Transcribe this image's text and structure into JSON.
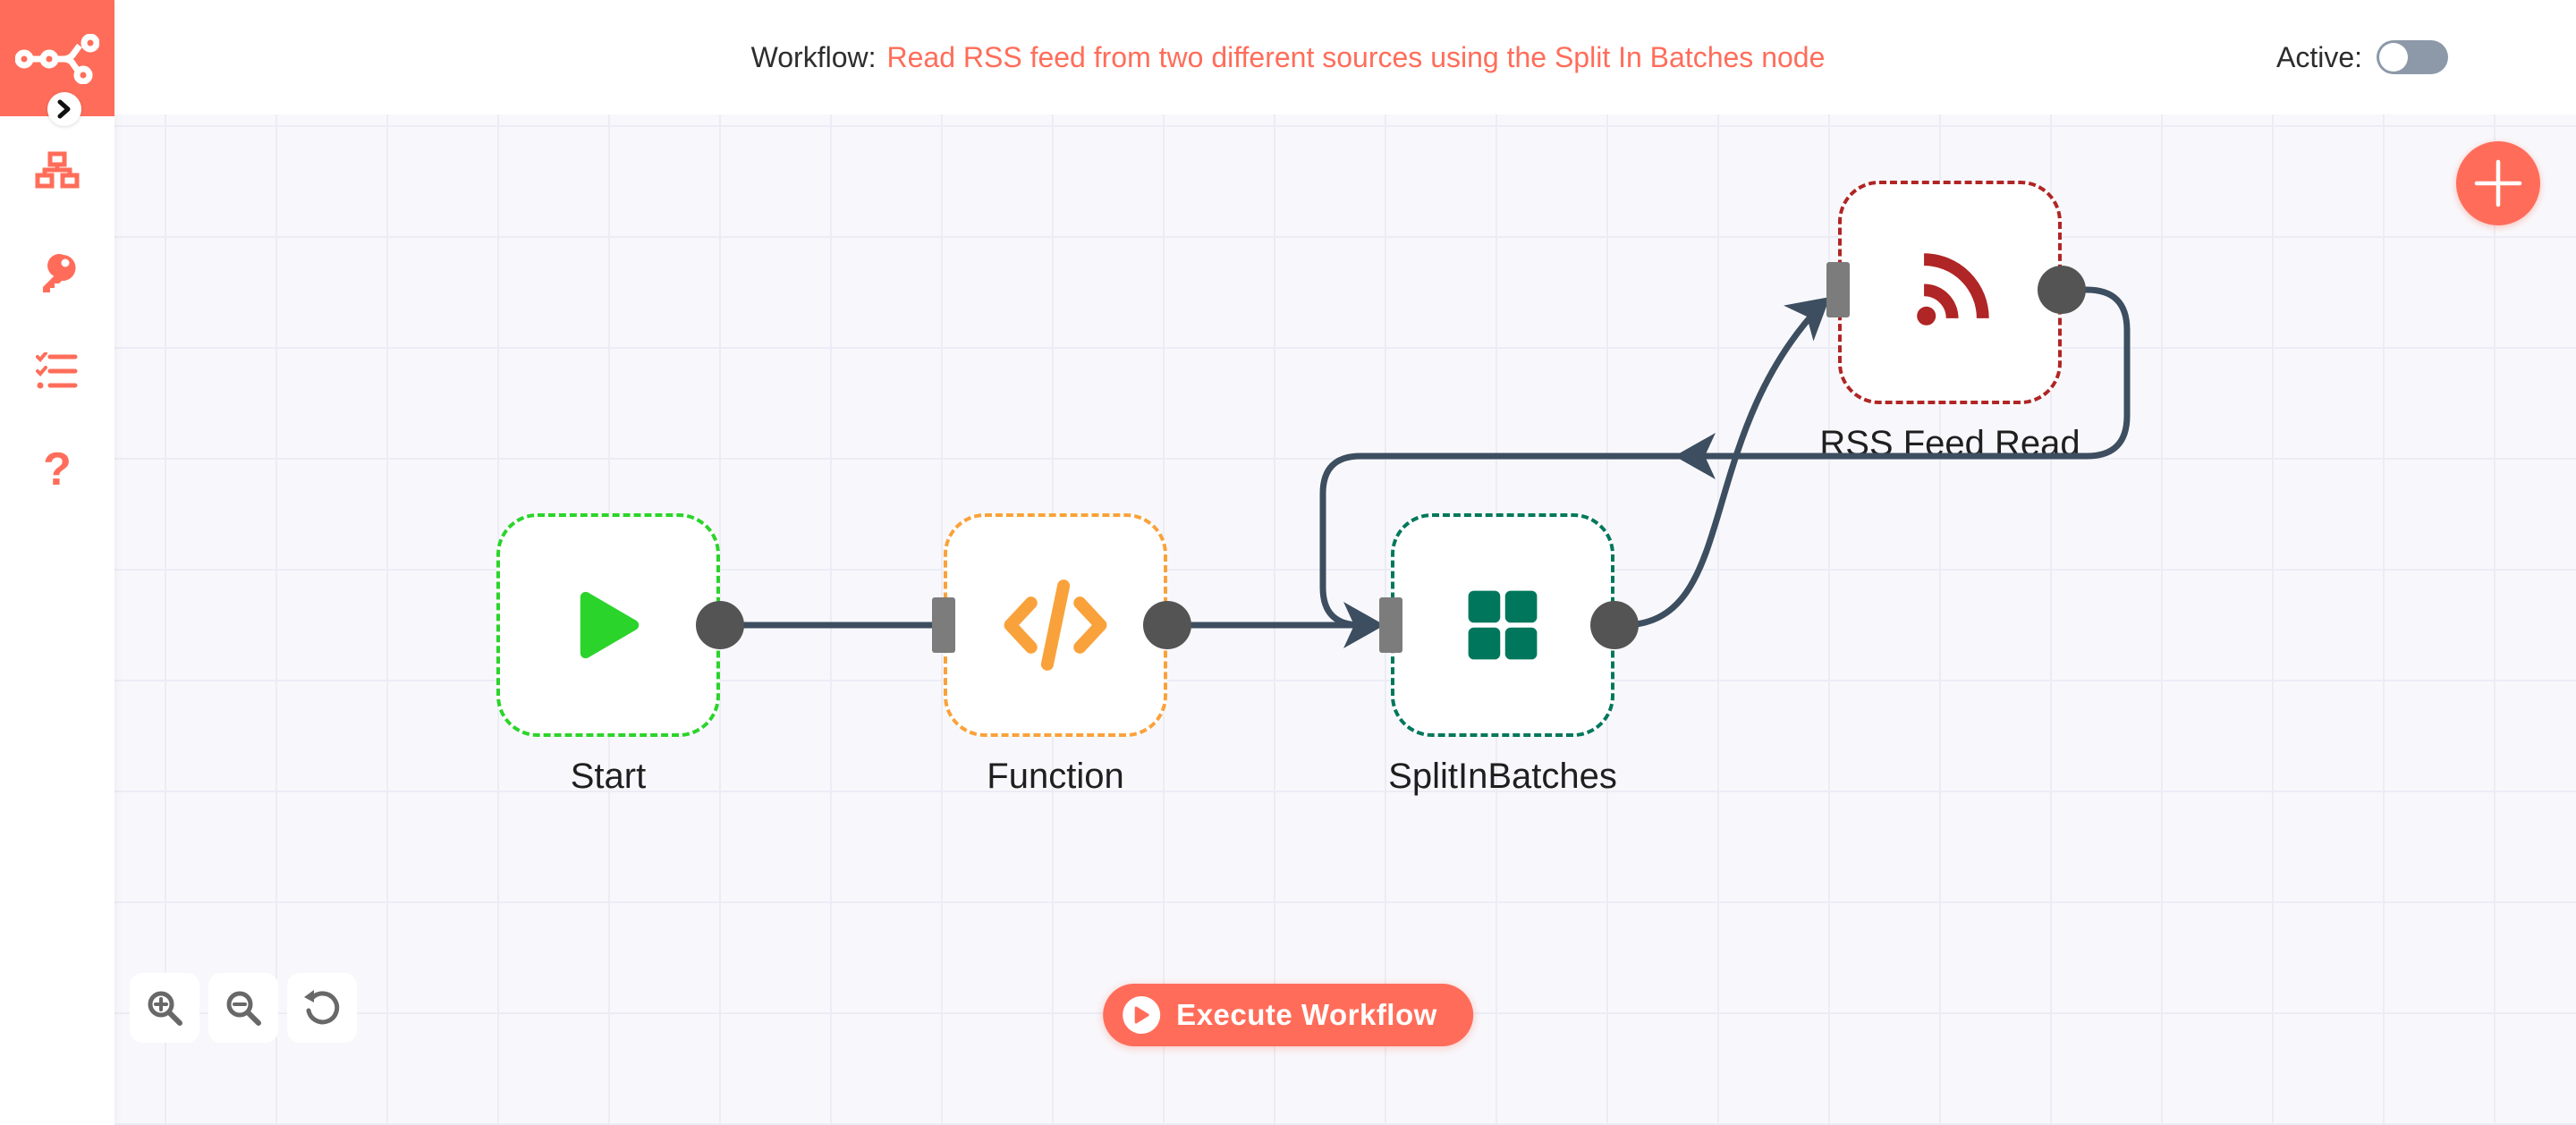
{
  "header": {
    "workflow_label": "Workflow:",
    "workflow_title": "Read RSS feed from two different sources using the Split In Batches node",
    "active_label": "Active:",
    "active_state": "off"
  },
  "sidebar": {
    "logo_icon": "n8n-logo",
    "collapse_icon": "chevron-right-icon",
    "items": [
      {
        "icon": "workflows-icon"
      },
      {
        "icon": "credentials-icon"
      },
      {
        "icon": "executions-icon"
      },
      {
        "icon": "help-icon",
        "glyph": "?"
      }
    ]
  },
  "canvas": {
    "nodes": [
      {
        "label": "Start",
        "icon": "play-icon",
        "color": "#2bd42b"
      },
      {
        "label": "Function",
        "icon": "code-icon",
        "color": "#f9a23b"
      },
      {
        "label": "SplitInBatches",
        "icon": "grid-icon",
        "color": "#00775c"
      },
      {
        "label": "RSS Feed Read",
        "icon": "rss-icon",
        "color": "#b02525"
      }
    ],
    "connections": [
      "Start to Function",
      "Function to SplitInBatches",
      "SplitInBatches to RSS Feed Read",
      "RSS Feed Read loop back to SplitInBatches"
    ],
    "connector_color": "#3d4e60",
    "port_circle_color": "#545454",
    "port_rect_color": "#7c7c7c"
  },
  "controls": {
    "zoom_in_icon": "zoom-in-icon",
    "zoom_out_icon": "zoom-out-icon",
    "zoom_reset_icon": "undo-icon",
    "add_node_icon": "plus-icon",
    "execute_label": "Execute Workflow"
  },
  "colors": {
    "accent": "#ff6d5a",
    "toggle_off_track": "#8d99a8",
    "canvas_bg": "#f8f8fc",
    "grid_line": "#ececf6"
  }
}
